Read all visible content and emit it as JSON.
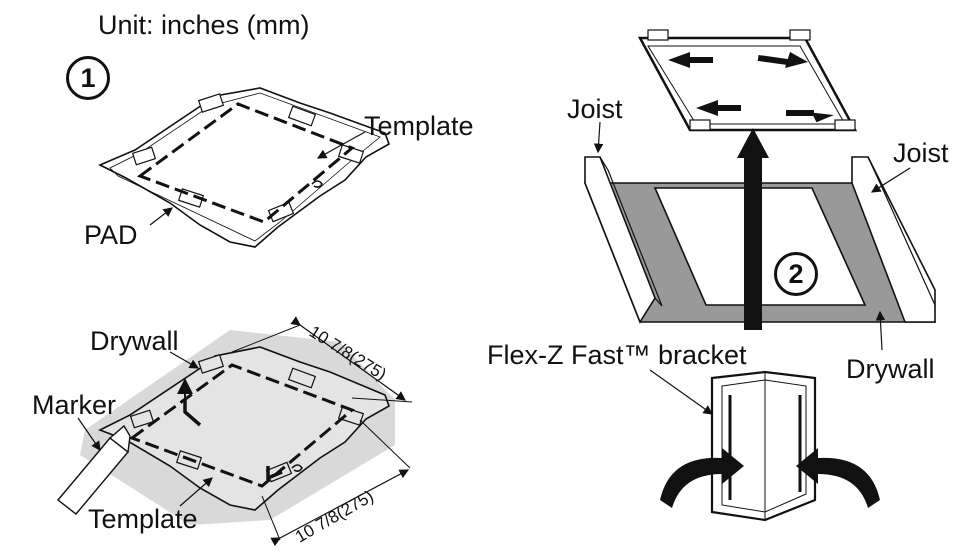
{
  "unit_label": "Unit: inches (mm)",
  "steps": {
    "step1": "1",
    "step2": "2"
  },
  "labels": {
    "template_top": "Template",
    "pad": "PAD",
    "drywall_left": "Drywall",
    "marker": "Marker",
    "template_bottom": "Template",
    "joist_left": "Joist",
    "joist_right": "Joist",
    "bracket": "Flex-Z Fast™ bracket",
    "drywall_right": "Drywall"
  },
  "dimensions": {
    "top": "10 7/8(275)",
    "bottom": "10 7/8(275)"
  },
  "colors": {
    "drywall": "#999999",
    "light_gray": "#d9d9d9",
    "line": "#111111"
  }
}
